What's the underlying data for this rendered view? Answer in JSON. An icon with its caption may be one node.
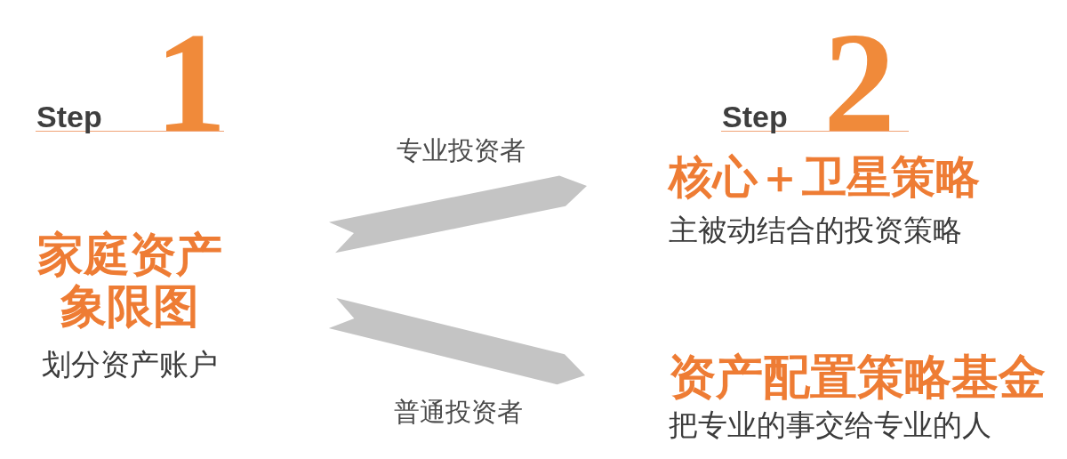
{
  "diagram": {
    "nodes": [
      {
        "text": [
          "家庭资产象限图",
          "划分资产账户"
        ]
      },
      {
        "text": [
          "核心＋卫星策略",
          "主被动结合的投资策略"
        ]
      },
      {
        "text": [
          "资产配置策略基金",
          "把专业的事交给专业的人"
        ]
      }
    ],
    "edges": [
      {
        "from": 0,
        "to": 1,
        "arrow": "to",
        "label": "专业投资者"
      },
      {
        "from": 0,
        "to": 2,
        "arrow": "to",
        "label": "普通投资者"
      }
    ],
    "labels": [
      "Step",
      "1",
      "Step",
      "2"
    ]
  }
}
